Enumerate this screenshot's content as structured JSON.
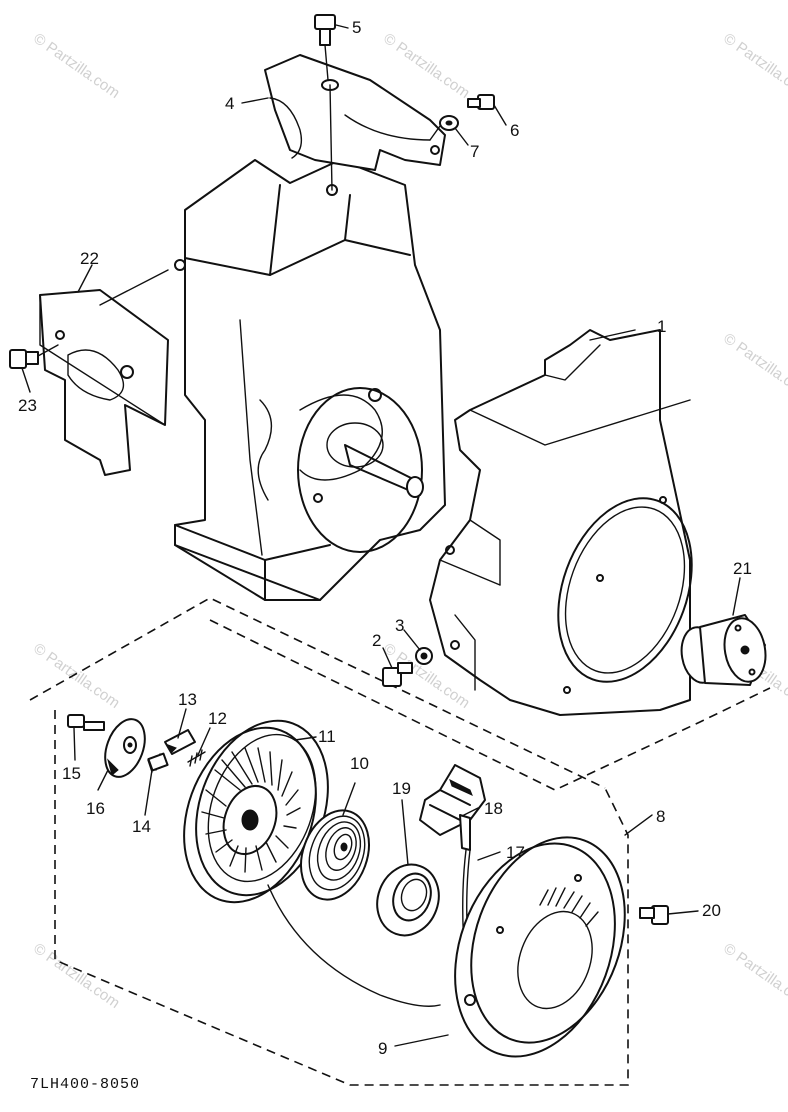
{
  "diagram": {
    "drawing_code": "7LH400-8050",
    "watermark": "© Partzilla.com",
    "callouts": [
      "1",
      "2",
      "3",
      "4",
      "5",
      "6",
      "7",
      "8",
      "9",
      "10",
      "11",
      "12",
      "13",
      "14",
      "15",
      "16",
      "17",
      "18",
      "19",
      "20",
      "21",
      "22",
      "23"
    ]
  }
}
